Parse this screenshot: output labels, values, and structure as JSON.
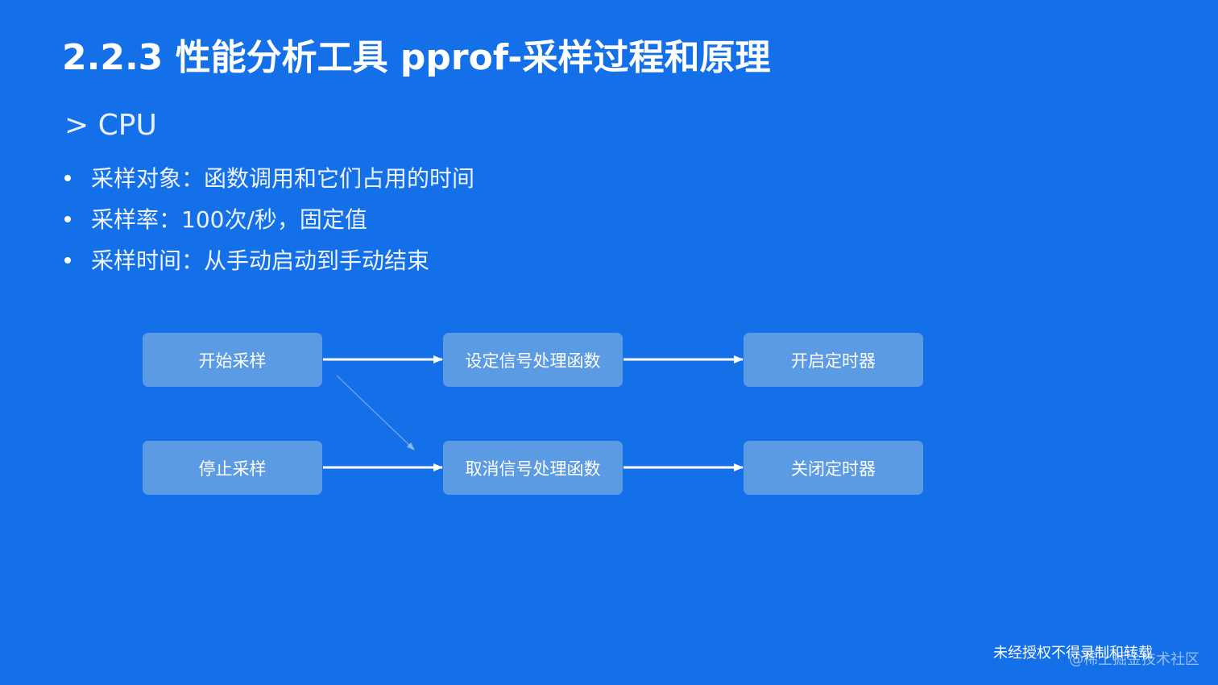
{
  "slide": {
    "title": "2.2.3 性能分析工具 pprof-采样过程和原理",
    "subtitle": "> CPU",
    "bullets": [
      "采样对象：函数调用和它们占用的时间",
      "采样率：100次/秒，固定值",
      "采样时间：从手动启动到手动结束"
    ]
  },
  "diagram": {
    "nodes": {
      "start_sampling": "开始采样",
      "set_signal_handler": "设定信号处理函数",
      "start_timer": "开启定时器",
      "stop_sampling": "停止采样",
      "cancel_signal_handler": "取消信号处理函数",
      "stop_timer": "关闭定时器"
    }
  },
  "footer": {
    "notice": "未经授权不得录制和转载",
    "watermark": "@稀土掘金技术社区"
  },
  "colors": {
    "background": "#1470e9",
    "node_fill": "#5b9be4",
    "text": "#ffffff"
  }
}
